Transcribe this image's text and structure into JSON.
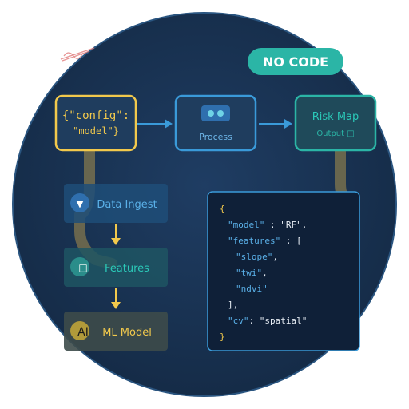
{
  "badge": {
    "label": "NO CODE"
  },
  "config_box": {
    "line1": "{\"config\":",
    "line2": "\"model\"}"
  },
  "process_box": {
    "label": "Process",
    "icon": "dots-icon"
  },
  "output_box": {
    "title": "Risk Map",
    "subtitle": "Output □"
  },
  "pipeline": {
    "steps": [
      {
        "label": "Data Ingest",
        "icon_glyph": "▼",
        "icon": "triangle-down-icon"
      },
      {
        "label": "Features",
        "icon_glyph": "□",
        "icon": "square-icon"
      },
      {
        "label": "ML Model",
        "icon_glyph": "AI",
        "icon": "ai-icon"
      }
    ]
  },
  "code_panel": {
    "lines": [
      [
        {
          "t": "{",
          "c": "yellow"
        }
      ],
      [
        {
          "t": "\"model\"",
          "c": "blue"
        },
        {
          "t": " : ",
          "c": "white"
        },
        {
          "t": "\"RF\"",
          "c": "white"
        },
        {
          "t": ",",
          "c": "white"
        }
      ],
      [
        {
          "t": "\"features\"",
          "c": "blue"
        },
        {
          "t": " : [",
          "c": "white"
        }
      ],
      [
        {
          "t": "\"slope\"",
          "c": "blue"
        },
        {
          "t": ",",
          "c": "white"
        }
      ],
      [
        {
          "t": "\"twi\"",
          "c": "blue"
        },
        {
          "t": ",",
          "c": "white"
        }
      ],
      [
        {
          "t": "\"ndvi\"",
          "c": "blue"
        }
      ],
      [
        {
          "t": "],",
          "c": "white"
        }
      ],
      [
        {
          "t": "\"cv\"",
          "c": "blue"
        },
        {
          "t": ": ",
          "c": "white"
        },
        {
          "t": "\"spatial\"",
          "c": "white"
        }
      ],
      [
        {
          "t": "}",
          "c": "yellow"
        }
      ]
    ]
  },
  "colors": {
    "bg_circle": "#1b3556",
    "yellow": "#f2c94c",
    "blue": "#3a9ad9",
    "teal": "#2bb5a6",
    "code_white": "#e8eef5",
    "code_blue": "#5ab0e8"
  }
}
